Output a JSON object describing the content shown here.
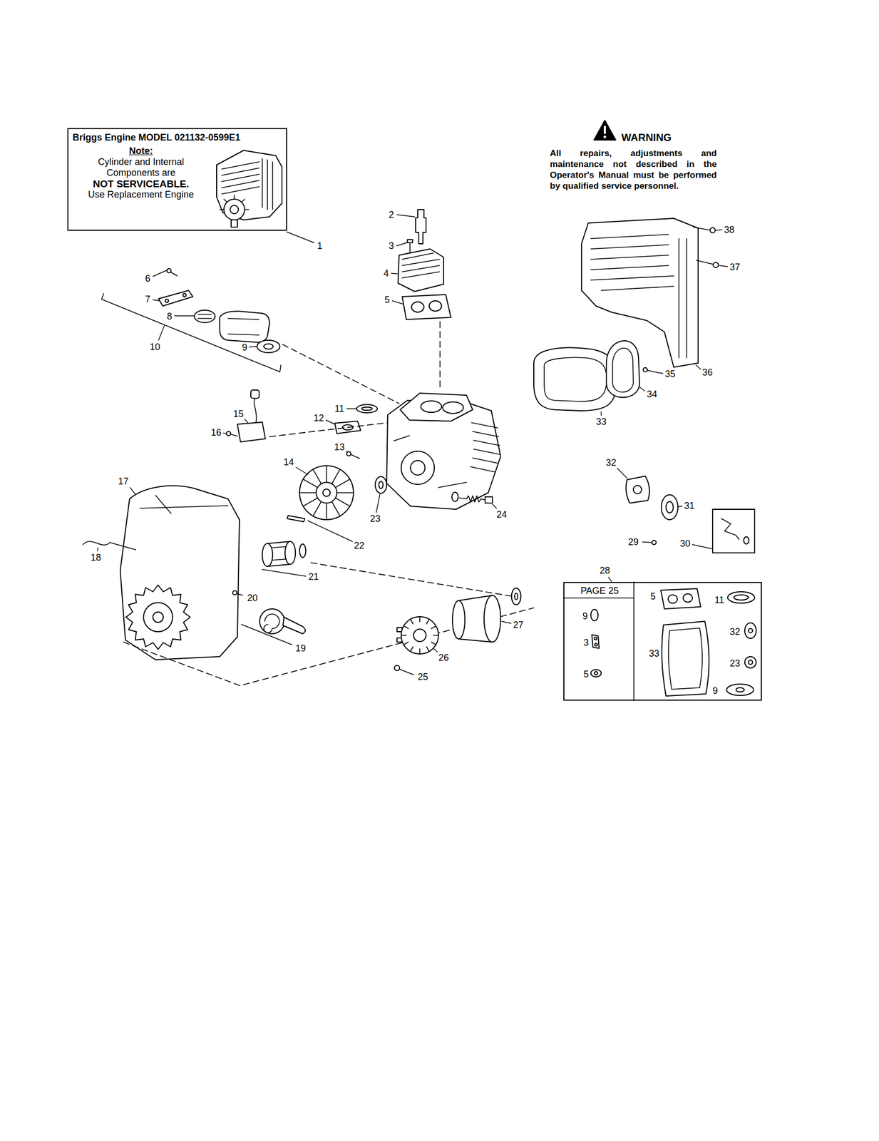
{
  "diagram": {
    "nodes": [
      {
        "text": [
          "Briggs Engine MODEL 021132-0599E1",
          "Note:",
          "Cylinder and Internal Components are",
          "NOT SERVICEABLE.",
          "Use Replacement Engine"
        ]
      },
      {
        "text": [
          "PAGE 25",
          "9",
          "3",
          "5",
          "5",
          "11",
          "32",
          "33",
          "23",
          "9"
        ]
      }
    ],
    "labels": [
      "WARNING",
      "All repairs, adjustments and maintenance not described in the Operator's Manual must be performed by qualified service personnel.",
      "1",
      "2",
      "3",
      "4",
      "5",
      "6",
      "7",
      "8",
      "9",
      "10",
      "11",
      "12",
      "13",
      "14",
      "15",
      "16",
      "17",
      "18",
      "19",
      "20",
      "21",
      "22",
      "23",
      "24",
      "25",
      "26",
      "27",
      "28",
      "29",
      "30",
      "31",
      "32",
      "33",
      "34",
      "35",
      "36",
      "37",
      "38"
    ]
  }
}
